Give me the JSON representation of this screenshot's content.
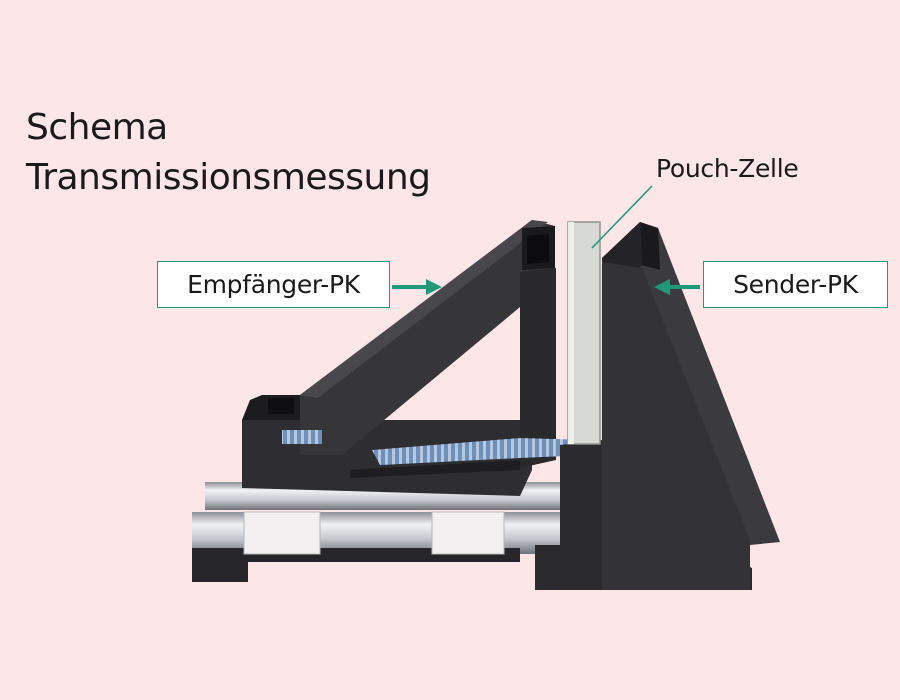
{
  "title": {
    "line1": "Schema",
    "line2": "Transmissionsmessung"
  },
  "labels": {
    "receiver": "Empfänger-PK",
    "sender": "Sender-PK",
    "cell": "Pouch-Zelle"
  },
  "colors": {
    "background": "#fce6e8",
    "accent": "#1f9a78",
    "holder": "#2e2e32",
    "rod": "#c9ccd2",
    "screw": "#6f8fb8",
    "cell": "#d6d9d4"
  }
}
